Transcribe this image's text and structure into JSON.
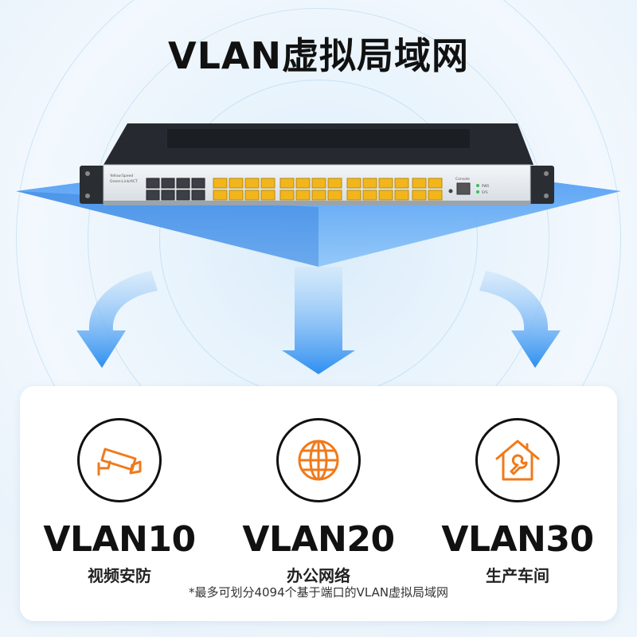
{
  "title": "VLAN虚拟局域网",
  "device": {
    "label_speed": "Yellow:Speed",
    "label_link": "Green:Link/ACT",
    "label_console": "Console",
    "label_pwr": "PWR",
    "label_sys": "SYS"
  },
  "vlans": [
    {
      "name": "VLAN10",
      "desc": "视频安防",
      "icon": "security-camera-icon"
    },
    {
      "name": "VLAN20",
      "desc": "办公网络",
      "icon": "globe-icon"
    },
    {
      "name": "VLAN30",
      "desc": "生产车间",
      "icon": "house-wrench-icon"
    }
  ],
  "footnote": "*最多可划分4094个基于端口的VLAN虚拟局域网",
  "colors": {
    "accent_orange": "#f07a1a",
    "accent_blue": "#2f8ff0",
    "port_yellow": "#f2b61c",
    "text_dark": "#111111"
  }
}
